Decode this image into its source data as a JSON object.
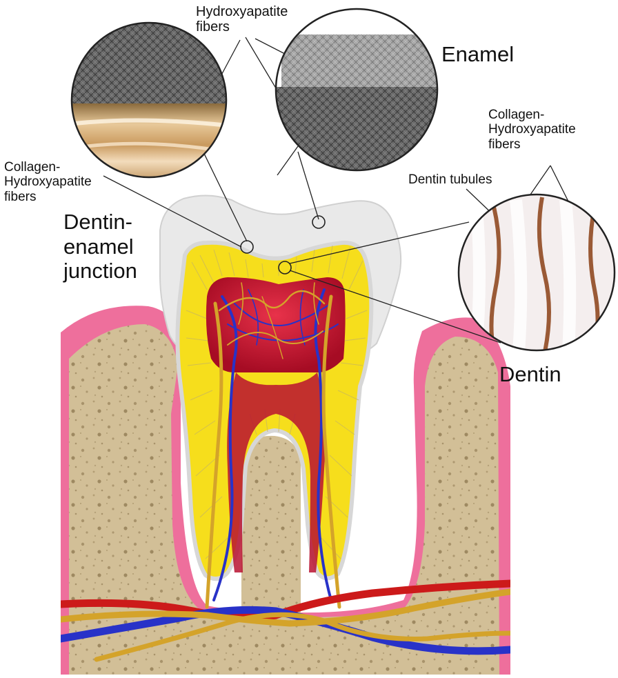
{
  "labels": {
    "hydroxyapatite_top": [
      "Hydroxyapatite",
      "fibers"
    ],
    "enamel": "Enamel",
    "collagen_left": [
      "Collagen-",
      "Hydroxyapatite",
      "fibers"
    ],
    "collagen_right": [
      "Collagen-",
      "Hydroxyapatite",
      "fibers"
    ],
    "dentin_tubules": "Dentin tubules",
    "dej": [
      "Dentin-",
      "enamel",
      "junction"
    ],
    "dentin": "Dentin"
  },
  "colors": {
    "gum": "#ee6f9c",
    "bone": "#d2bf97",
    "enamel": "#e9e9e9",
    "dentin": "#f6de1c",
    "pulp": "#c8102e",
    "nerve": "#d4a32a",
    "vein": "#2832c8",
    "artery": "#cc1a1a",
    "tubule": "#9a5a36"
  }
}
